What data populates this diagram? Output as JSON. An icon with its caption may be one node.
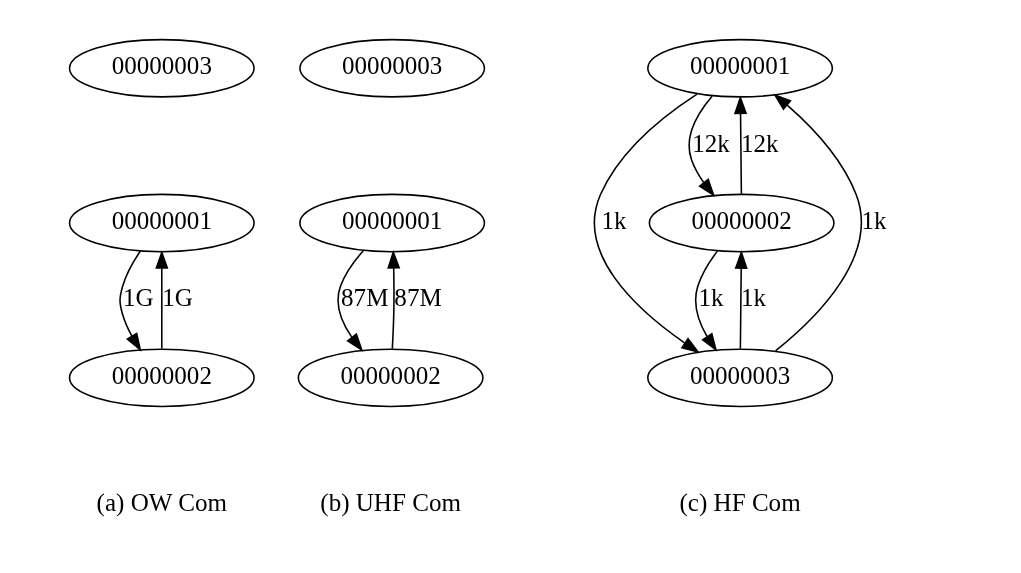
{
  "diagram": {
    "nodes": [
      {
        "text": [
          "00000003"
        ]
      },
      {
        "text": [
          "00000001"
        ]
      },
      {
        "text": [
          "00000002"
        ]
      },
      {
        "text": [
          "00000003"
        ]
      },
      {
        "text": [
          "00000001"
        ]
      },
      {
        "text": [
          "00000002"
        ]
      },
      {
        "text": [
          "00000001"
        ]
      },
      {
        "text": [
          "00000002"
        ]
      },
      {
        "text": [
          "00000003"
        ]
      }
    ],
    "edges": [
      {
        "from": 1,
        "to": 2,
        "arrow": "to",
        "label": "1G"
      },
      {
        "from": 2,
        "to": 1,
        "arrow": "to",
        "label": "1G"
      },
      {
        "from": 4,
        "to": 5,
        "arrow": "to",
        "label": "87M"
      },
      {
        "from": 5,
        "to": 4,
        "arrow": "to",
        "label": "87M"
      },
      {
        "from": 6,
        "to": 7,
        "arrow": "to",
        "label": "12k"
      },
      {
        "from": 7,
        "to": 6,
        "arrow": "to",
        "label": "12k"
      },
      {
        "from": 6,
        "to": 8,
        "arrow": "to",
        "label": "1k"
      },
      {
        "from": 8,
        "to": 6,
        "arrow": "to",
        "label": "1k"
      },
      {
        "from": 7,
        "to": 8,
        "arrow": "to",
        "label": "1k"
      },
      {
        "from": 8,
        "to": 7,
        "arrow": "to",
        "label": "1k"
      }
    ],
    "labels": [
      "(a) OW Com",
      "(b) UHF Com",
      "(c) HF Com"
    ]
  }
}
